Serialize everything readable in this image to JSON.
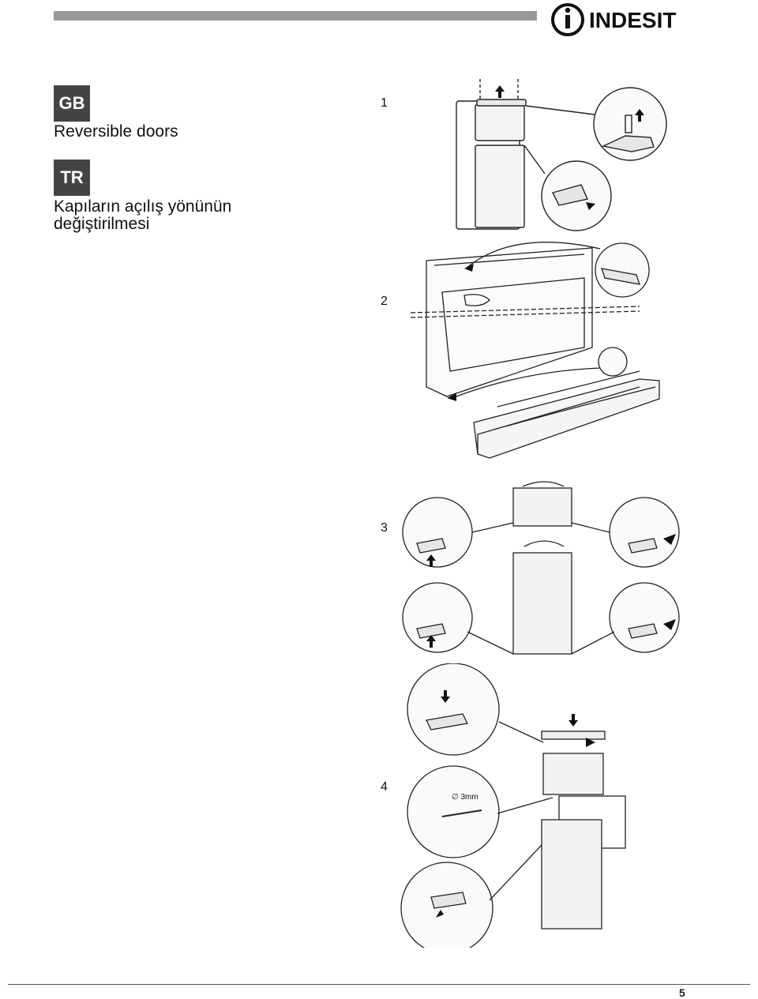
{
  "brand": {
    "name": "INDESIT",
    "logo_icon": "indesit-i-icon"
  },
  "sections": [
    {
      "lang": "GB",
      "title": "Reversible doors"
    },
    {
      "lang": "TR",
      "title_line1": "Kapıların açılış yönünün",
      "title_line2": "değiştirilmesi"
    }
  ],
  "steps": [
    {
      "number": "1"
    },
    {
      "number": "2"
    },
    {
      "number": "3"
    },
    {
      "number": "4",
      "drill_label": "∅ 3mm"
    }
  ],
  "page_number": "5",
  "colors": {
    "badge": "#444444",
    "topbar": "#999999",
    "line": "#222222"
  }
}
